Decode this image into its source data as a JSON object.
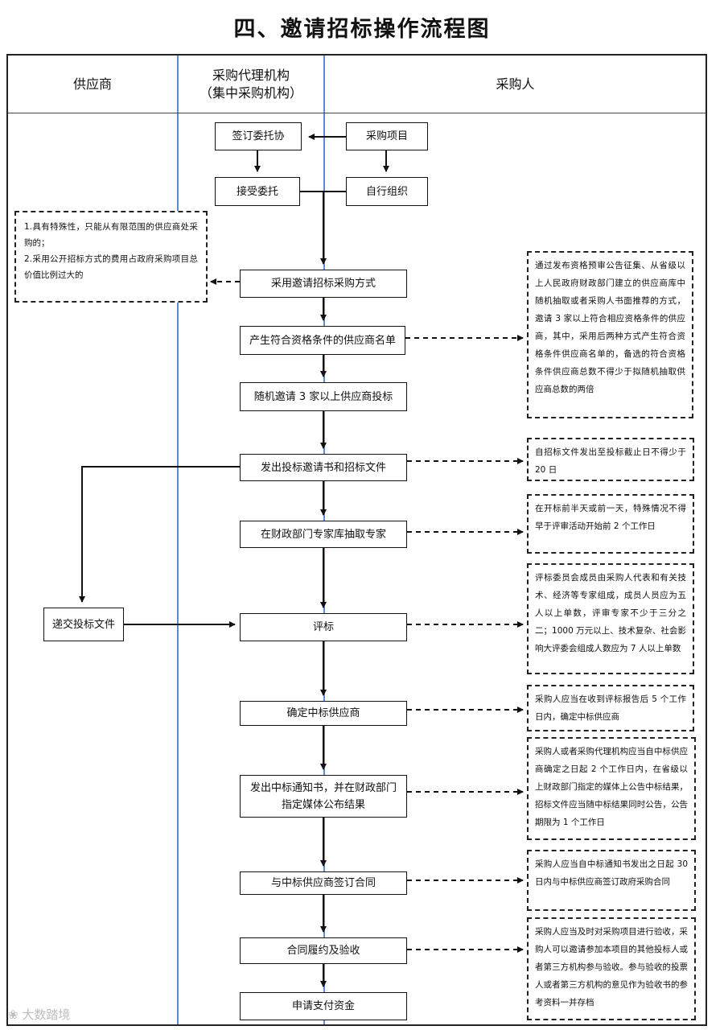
{
  "title": "四、邀请招标操作流程图",
  "lanes": {
    "supplier": "供应商",
    "agency_line1": "采购代理机构",
    "agency_line2": "（集中采购机构）",
    "purchaser": "采购人"
  },
  "steps": {
    "sign_contract": "签订委托协",
    "accept": "接受委托",
    "project": "采购项目",
    "self_org": "自行组织",
    "method": "采用邀请招标采购方式",
    "list": "产生符合资格条件的供应商名单",
    "invite": "随机邀请 3 家以上供应商投标",
    "issue": "发出投标邀请书和招标文件",
    "experts": "在财政部门专家库抽取专家",
    "evaluate": "评标",
    "submit_bid": "递交投标文件",
    "winner": "确定中标供应商",
    "notice_line1": "发出中标通知书，并在财政部门",
    "notice_line2": "指定媒体公布结果",
    "contract": "与中标供应商签订合同",
    "acceptance": "合同履约及验收",
    "payment": "申请支付资金"
  },
  "notes": {
    "left_1": "1.具有特殊性，只能从有限范围的供应商处采购的；",
    "left_2": "2.采用公开招标方式的费用占政府采购项目总价值比例过大的",
    "list_note": "通过发布资格预审公告征集、从省级以上人民政府财政部门建立的供应商库中随机抽取或者采购人书面推荐的方式，邀请 3 家以上符合相应资格条件的供应商，其中，采用后两种方式产生符合资格条件供应商名单的，备选的符合资格条件供应商总数不得少于拟随机抽取供应商总数的两倍",
    "issue_note": "自招标文件发出至投标截止日不得少于 20 日",
    "experts_note": "在开标前半天或前一天，特殊情况不得早于评审活动开始前 2 个工作日",
    "evaluate_note": "评标委员会成员由采购人代表和有关技术、经济等专家组成，成员人员应为五人以上单数，评审专家不少于三分之二；1000 万元以上、技术复杂、社会影响大评委会组成人数应为 7 人以上单数",
    "winner_note": "采购人应当在收到评标报告后 5 个工作日内，确定中标供应商",
    "notice_note": "采购人或者采购代理机构应当自中标供应商确定之日起 2 个工作日内，在省级以上财政部门指定的媒体上公告中标结果，招标文件应当随中标结果同时公告，公告期限为 1 个工作日",
    "contract_note": "采购人应当自中标通知书发出之日起 30 日内与中标供应商签订政府采购合同",
    "acceptance_note": "采购人应当及时对采购项目进行验收，采购人可以邀请参加本项目的其他投标人或者第三方机构参与验收。参与验收的投票人或者第三方机构的意见作为验收书的参考资料一并存档"
  },
  "watermark": "大数踏境"
}
